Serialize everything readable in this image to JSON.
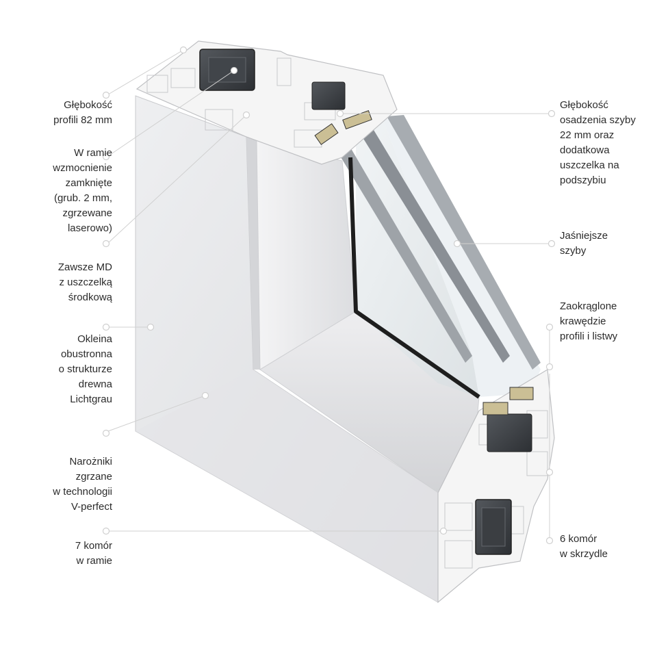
{
  "colors": {
    "frame_face": "#e7e8ea",
    "frame_shadow": "#c9cacd",
    "profile_section": "#f3f3f3",
    "steel_reinforcement": "#3a3d41",
    "glass": "#dfe6ea",
    "seal": "#1e1e1e",
    "leader_line": "#cfcfcf"
  },
  "labels_left": [
    {
      "id": "depth",
      "text": "Głębokość\nprofili 82 mm"
    },
    {
      "id": "reinforcement",
      "text": "W ramie\nwzmocnienie\nzamknięte\n(grub. 2 mm,\nzgrzewane\nlaserowo)"
    },
    {
      "id": "md",
      "text": "Zawsze MD\nz uszczelką\nśrodkową"
    },
    {
      "id": "veneer",
      "text": "Okleina\nobustronna\no strukturze\ndrewna\nLichtgrau"
    },
    {
      "id": "corners",
      "text": "Narożniki\nzgrzane\nw technologii\nV-perfect"
    },
    {
      "id": "frame-chambers",
      "text": "7 komór\nw ramie"
    }
  ],
  "labels_right": [
    {
      "id": "glass-depth",
      "text": "Głębokość\nosadzenia szyby\n22 mm oraz\ndodatkowa\nuszczelka na\npodszybiu"
    },
    {
      "id": "glass",
      "text": "Jaśniejsze\nszyby"
    },
    {
      "id": "edges",
      "text": "Zaokrąglone\nkrawędzie\nprofili i listwy"
    },
    {
      "id": "sash-chambers",
      "text": "6 komór\nw skrzydle"
    }
  ]
}
